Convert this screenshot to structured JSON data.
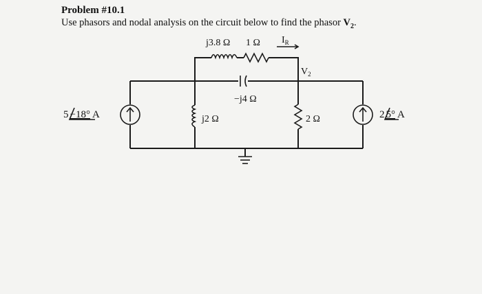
{
  "problem": {
    "title": "Problem #10.1",
    "text_before": "Use phasors and nodal analysis on the circuit below to find the phasor ",
    "target_var": "V",
    "target_sub": "2",
    "text_after": "."
  },
  "circuit": {
    "inductor_top": "j3.8 Ω",
    "resistor_top": "1 Ω",
    "current_label": "I",
    "current_sub": "R",
    "node_label": "V",
    "node_sub": "2",
    "capacitor": "−j4 Ω",
    "inductor_left": "j2 Ω",
    "resistor_right": "2 Ω",
    "source_left_mag": "5",
    "source_left_angle": "−18°",
    "source_left_unit": "A",
    "source_right_mag": "2",
    "source_right_angle": "5°",
    "source_right_unit": "A"
  }
}
